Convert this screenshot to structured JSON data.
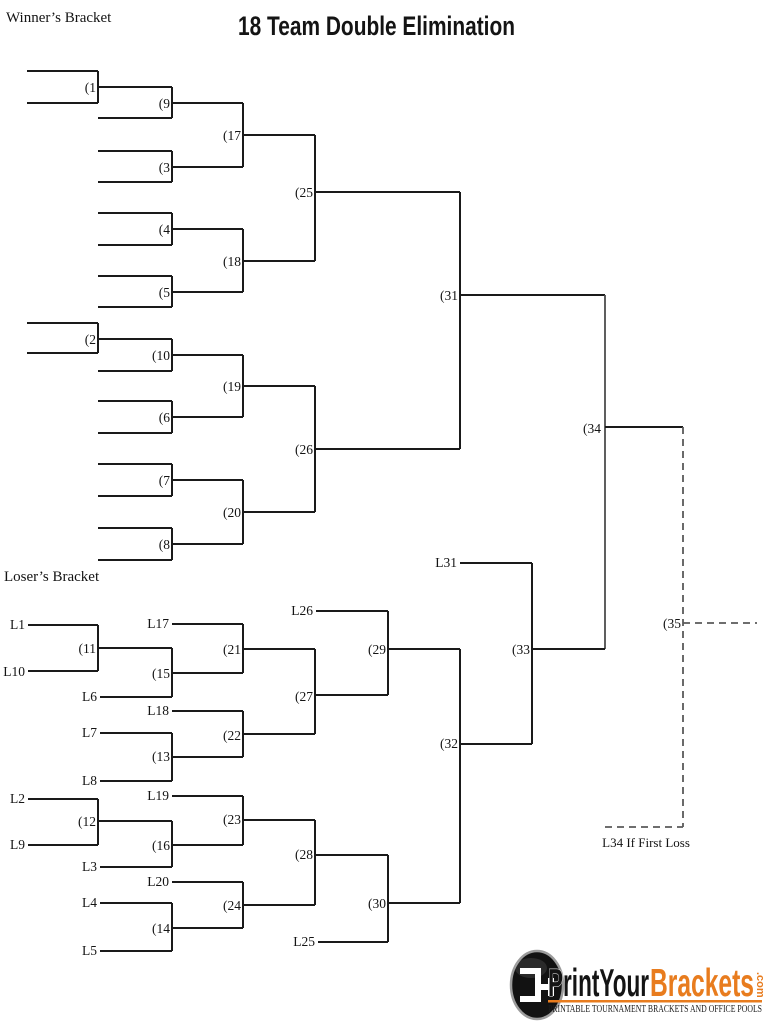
{
  "page": {
    "title": "18 Team Double Elimination"
  },
  "sections": {
    "winners": "Winner’s Bracket",
    "losers": "Loser’s Bracket"
  },
  "matches": {
    "m1": "(1",
    "m2": "(2",
    "m3": "(3",
    "m4": "(4",
    "m5": "(5",
    "m6": "(6",
    "m7": "(7",
    "m8": "(8",
    "m9": "(9",
    "m10": "(10",
    "m11": "(11",
    "m12": "(12",
    "m13": "(13",
    "m14": "(14",
    "m15": "(15",
    "m16": "(16",
    "m17": "(17",
    "m18": "(18",
    "m19": "(19",
    "m20": "(20",
    "m21": "(21",
    "m22": "(22",
    "m23": "(23",
    "m24": "(24",
    "m25": "(25",
    "m26": "(26",
    "m27": "(27",
    "m28": "(28",
    "m29": "(29",
    "m30": "(30",
    "m31": "(31",
    "m32": "(32",
    "m33": "(33",
    "m34": "(34",
    "m35": "(35"
  },
  "feeders": {
    "l1": "L1",
    "l2": "L2",
    "l3": "L3",
    "l4": "L4",
    "l5": "L5",
    "l6": "L6",
    "l7": "L7",
    "l8": "L8",
    "l9": "L9",
    "l10": "L10",
    "l17": "L17",
    "l18": "L18",
    "l19": "L19",
    "l20": "L20",
    "l25": "L25",
    "l26": "L26",
    "l31": "L31"
  },
  "notes": {
    "l34_note": "L34 If First Loss"
  },
  "logo": {
    "brand_black": "PrintYour",
    "brand_orange": "Brackets",
    "domain_suffix": ".com",
    "tagline": "PRINTABLE TOURNAMENT BRACKETS AND OFFICE POOLS"
  },
  "colors": {
    "line": "#1a1a1a",
    "line-soft": "#4d4d4d",
    "dash": "#5a5a5a",
    "accent": "#e87c1e",
    "ink": "#141414",
    "bg": "#ffffff"
  }
}
